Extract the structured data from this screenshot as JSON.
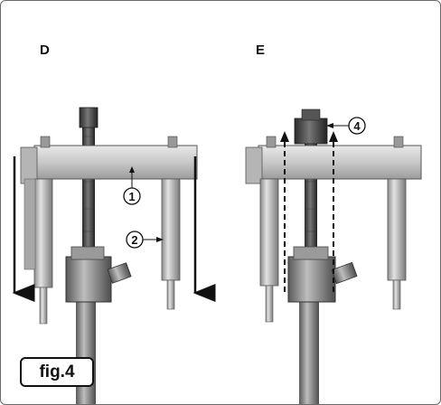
{
  "panels": [
    {
      "label": "D"
    },
    {
      "label": "E"
    }
  ],
  "callouts": [
    {
      "number": "1"
    },
    {
      "number": "2"
    },
    {
      "number": "4"
    }
  ],
  "figure_label": "fig.4"
}
